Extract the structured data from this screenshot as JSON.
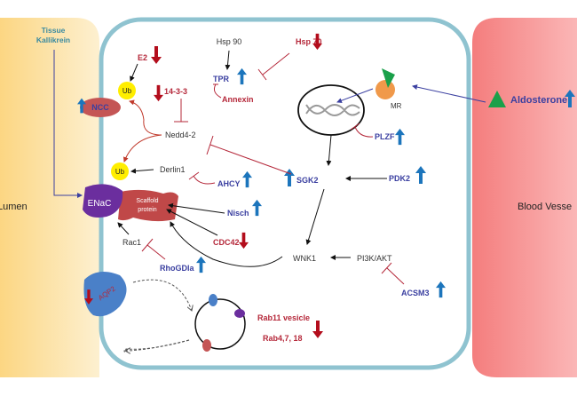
{
  "colors": {
    "lumen": "#fbd889",
    "blood_vessel": "#f58a8a",
    "cell_border": "#8fc3d0",
    "up_regulated": "#1c75bc",
    "down_regulated": "#b30d1c",
    "inhibition": "#b5283a",
    "ubiquitin": "#ffee00"
  },
  "compartments": {
    "lumen": "Lumen",
    "blood_vessel": "Blood Vesse"
  },
  "labels": {
    "tissue_kallikrein_1": "Tissue",
    "tissue_kallikrein_2": "Kallikrein",
    "e2": "E2",
    "ub": "Ub",
    "ncc": "NCC",
    "p14_3_3": "14-3-3",
    "nedd4_2": "Nedd4-2",
    "hsp90": "Hsp 90",
    "tpr": "TPR",
    "annexin": "Annexin",
    "hsp70": "Hsp 70",
    "mr": "MR",
    "plzf": "PLZF",
    "aldosterone": "Aldosterone",
    "sgk2": "SGK2",
    "pdk2": "PDK2",
    "derlin1": "Derlin1",
    "ahcy": "AHCY",
    "enac": "ENaC",
    "scaffold_1": "Scaffold",
    "scaffold_2": "protein",
    "nisch": "Nisch",
    "rac1": "Rac1",
    "cdc42": "CDC42",
    "rhogdia": "RhoGDIa",
    "wnk1": "WNK1",
    "pi3k_akt": "PI3K/AKT",
    "acsm3": "ACSM3",
    "aqp2": "AQP2",
    "rab11": "Rab11 vesicle",
    "rab4_7_18": "Rab4,7, 18"
  },
  "regulation": {
    "up": [
      "NCC",
      "TPR",
      "PLZF",
      "Aldosterone",
      "SGK2",
      "PDK2",
      "AHCY",
      "Nisch",
      "RhoGDIa",
      "ACSM3"
    ],
    "down": [
      "E2",
      "14-3-3",
      "Hsp 70",
      "CDC42",
      "AQP2",
      "Rab11 vesicle / Rab4,7, 18"
    ]
  }
}
